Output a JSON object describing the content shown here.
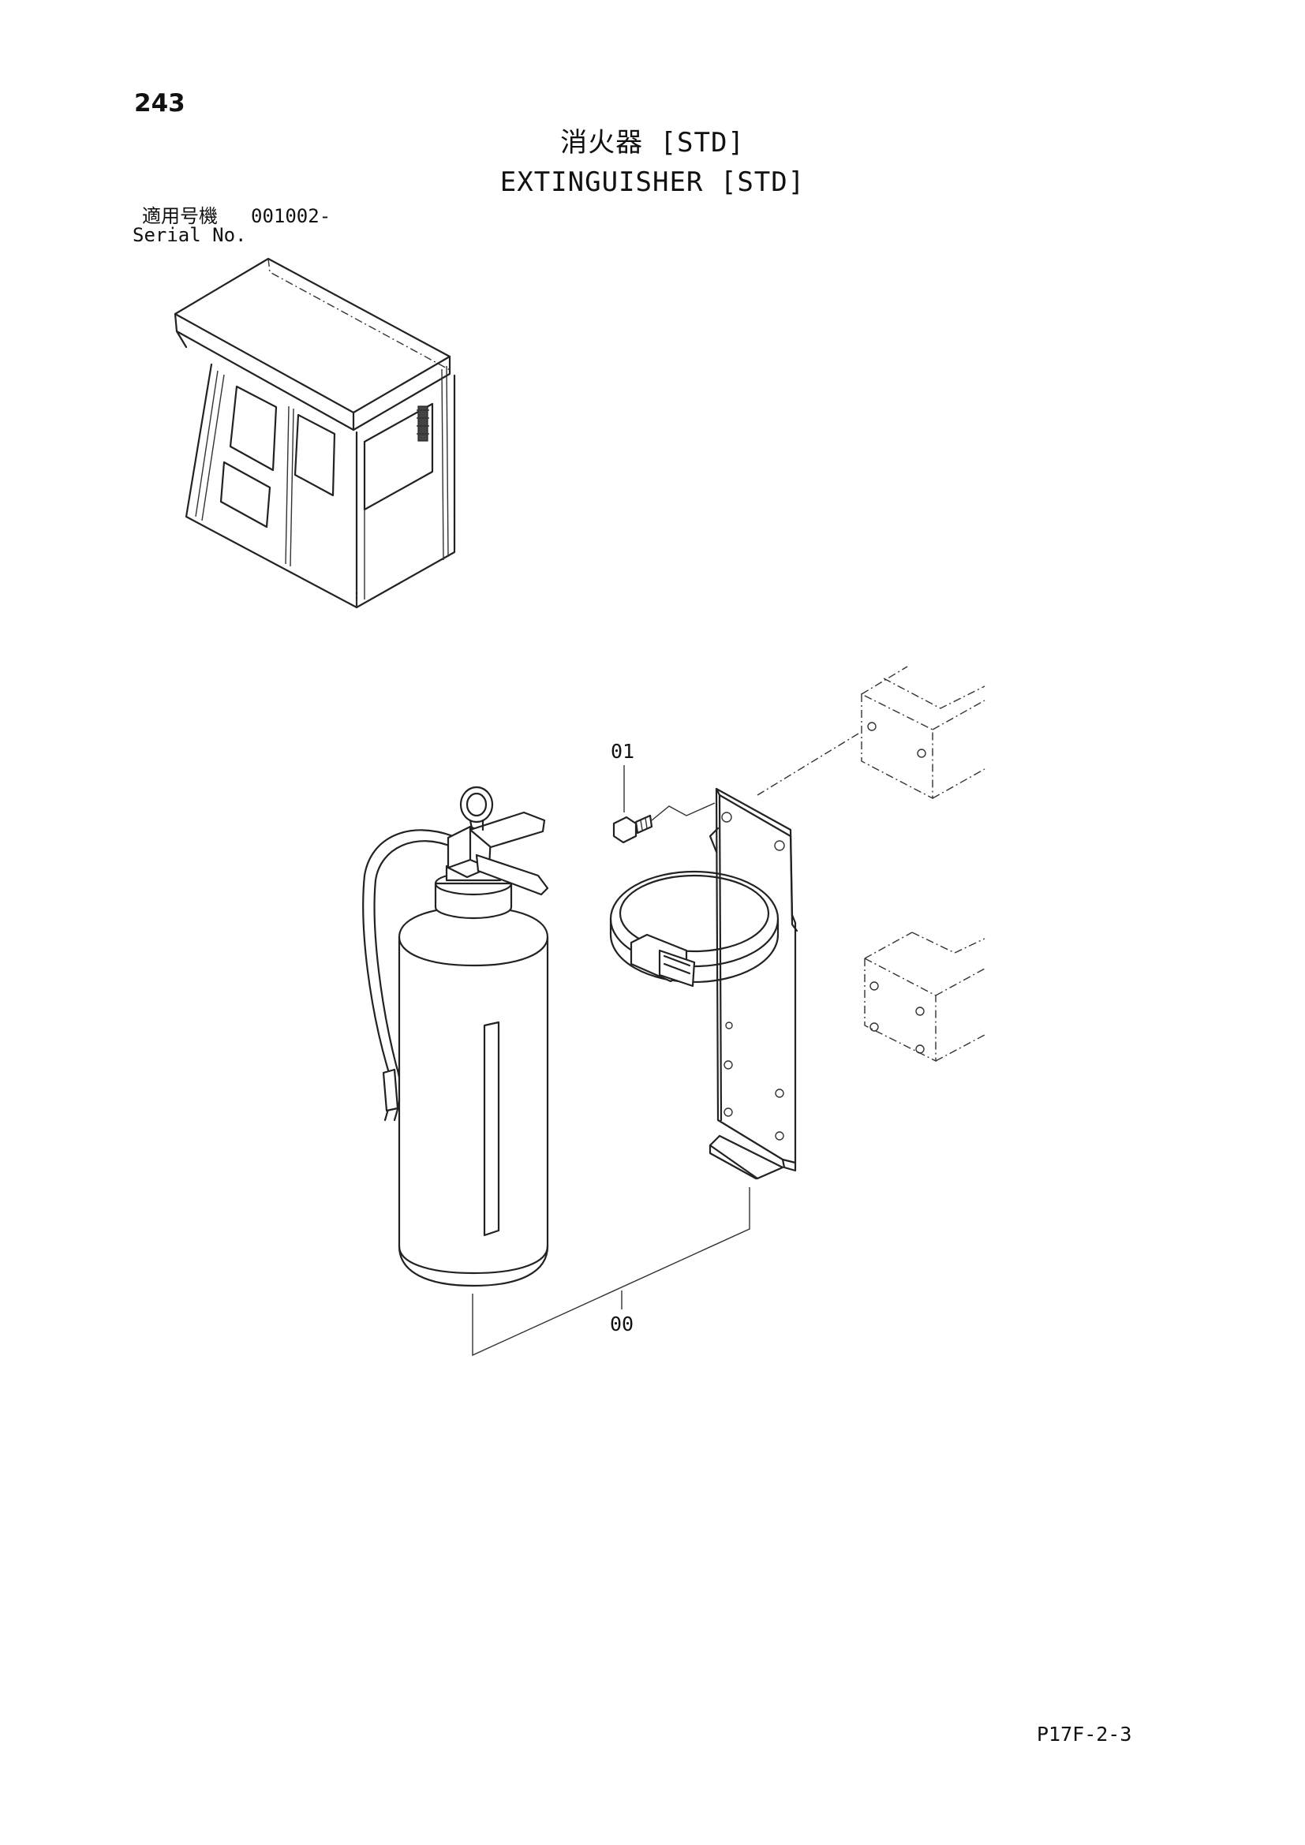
{
  "page_number": "243",
  "title_jp": "消火器 [STD]",
  "title_en": "EXTINGUISHER [STD]",
  "serial": {
    "label_jp": "適用号機",
    "value": "001002-",
    "label_en": "Serial No."
  },
  "callouts": [
    "01",
    "00"
  ],
  "footer_code": "P17F-2-3"
}
